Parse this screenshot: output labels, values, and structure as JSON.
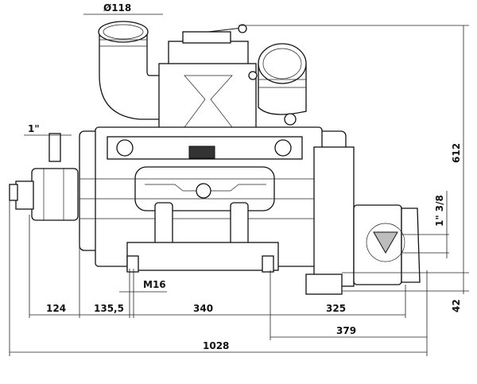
{
  "dimensions": {
    "pipe_diameter": "Ø118",
    "inlet_size": "1\"",
    "height": "612",
    "shaft_size": "1\" 3/8",
    "bolt": "M16",
    "foot_offset": "42",
    "seg_124": "124",
    "seg_135": "135,5",
    "seg_340": "340",
    "seg_325": "325",
    "seg_379": "379",
    "total_length": "1028"
  }
}
